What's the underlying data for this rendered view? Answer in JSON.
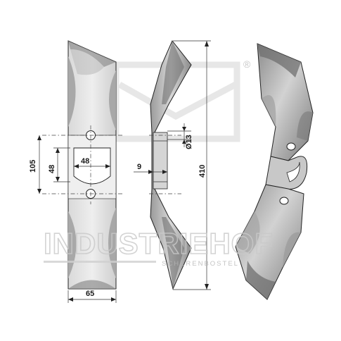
{
  "dimensions": {
    "overall_height": "105",
    "hole_spacing": "48",
    "slot_width": "48",
    "blade_width": "65",
    "thickness": "9",
    "hole_diameter": "Ø13",
    "length": "410"
  },
  "watermark": {
    "brand": "INDUSTRIEHOF",
    "tagline": "SCHERENBOSTEL",
    "registered_mark": "®"
  },
  "colors": {
    "blade_face": "#b9b9b9",
    "blade_light": "#e4e4e4",
    "blade_dark": "#7d7d7d",
    "outline": "#222222",
    "watermark": "#d0d0d0"
  }
}
